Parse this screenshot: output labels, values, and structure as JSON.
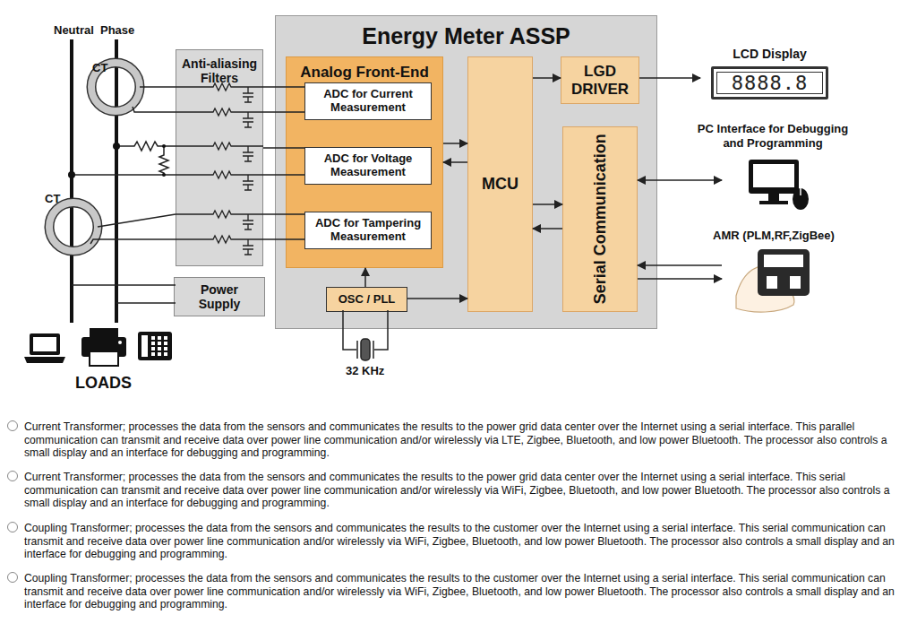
{
  "diagram": {
    "nodes": [
      {
        "text": [
          "Anti-aliasing Filters"
        ]
      },
      {
        "text": [
          "Energy Meter ASSP"
        ]
      },
      {
        "text": [
          "Analog Front-End"
        ],
        "in": 1
      },
      {
        "text": [
          "ADC for Current Measurement"
        ],
        "in": 2
      },
      {
        "text": [
          "ADC for Voltage Measurement"
        ],
        "in": 2
      },
      {
        "text": [
          "ADC for Tampering Measurement"
        ],
        "in": 2
      },
      {
        "text": [
          "MCU"
        ],
        "in": 1
      },
      {
        "text": [
          "LGD DRIVER"
        ],
        "in": 1
      },
      {
        "text": [
          "Serial Communication"
        ],
        "in": 1
      },
      {
        "text": [
          "OSC / PLL"
        ],
        "in": 1
      },
      {
        "text": [
          "Power Supply"
        ]
      },
      {
        "text": [
          "LCD Display",
          "8888.8"
        ]
      }
    ],
    "edges": [
      {
        "from": 0,
        "to": 3,
        "arrow": "none"
      },
      {
        "from": 0,
        "to": 4,
        "arrow": "none"
      },
      {
        "from": 0,
        "to": 5,
        "arrow": "none"
      },
      {
        "from": 2,
        "to": 6,
        "arrow": "to"
      },
      {
        "from": 6,
        "to": 2,
        "arrow": "to"
      },
      {
        "from": 6,
        "to": 7,
        "arrow": "to"
      },
      {
        "from": 7,
        "to": 11,
        "arrow": "to"
      },
      {
        "from": 6,
        "to": 8,
        "arrow": "to"
      },
      {
        "from": 8,
        "to": 6,
        "arrow": "to"
      },
      {
        "from": 9,
        "to": 2,
        "arrow": "to"
      },
      {
        "from": 9,
        "to": 6,
        "arrow": "to"
      }
    ],
    "labels": [
      "Neutral",
      "Phase",
      "CT",
      "CT",
      "LOADS",
      "32 KHz",
      "PC Interface for Debugging and Programming",
      "AMR (PLM,RF,ZigBee)",
      "Current Transformer; processes the data from the sensors and communicates the results to the power grid data center over the Internet using a serial interface. This parallel communication can transmit and receive data over power line communication and/or wirelessly via LTE, Zigbee, Bluetooth, and low power Bluetooth. The processor also controls a small display and an interface for debugging and programming.",
      "Current Transformer; processes the data from the sensors and communicates the results to the power grid data center over the Internet using a serial interface. This serial communication can transmit and receive data over power line communication and/or wirelessly via WiFi, Zigbee, Bluetooth, and low power Bluetooth. The processor also controls a small display and an interface for debugging and programming.",
      "Coupling Transformer; processes the data from the sensors and communicates the results to the customer over the Internet using a serial interface. This serial communication can transmit and receive data over power line communication and/or wirelessly via WiFi, Zigbee, Bluetooth, and low power Bluetooth. The processor also controls a small display and an interface for debugging and programming.",
      "Coupling Transformer; processes the data from the sensors and communicates the results to the customer over the Internet using a serial interface. This serial communication can transmit and receive data over power line communication and/or wirelessly via WiFi, Zigbee, Bluetooth, and low power Bluetooth. The processor also controls a small display and an interface for debugging and programming."
    ]
  }
}
